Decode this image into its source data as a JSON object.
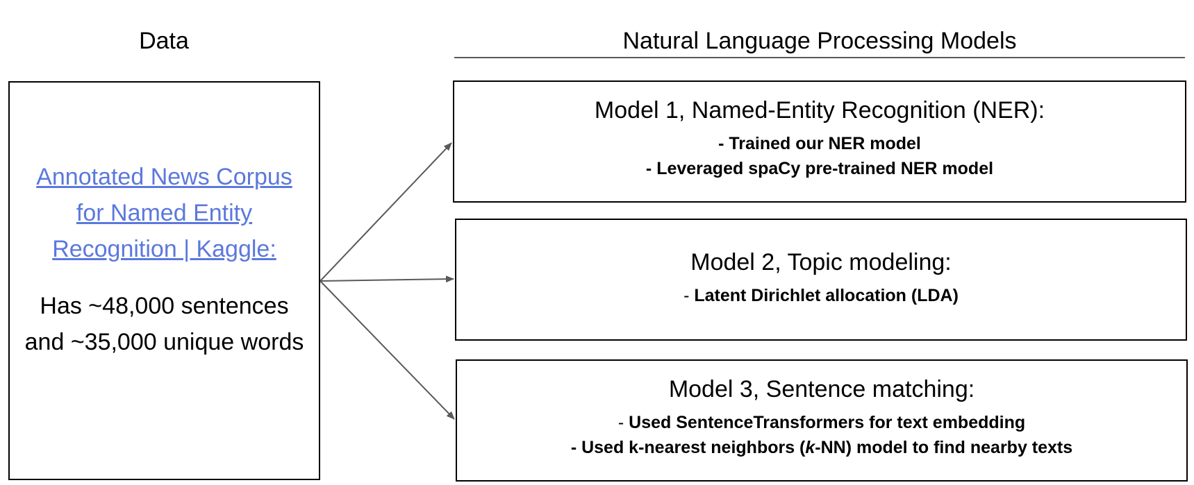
{
  "headers": {
    "data": "Data",
    "models": "Natural Language Processing Models"
  },
  "data_box": {
    "link_text": "Annotated News Corpus for Named Entity Recognition | Kaggle:",
    "description": "Has ~48,000 sentences and ~35,000 unique words"
  },
  "models": [
    {
      "title": "Model 1, Named-Entity Recognition (NER):",
      "bullets": [
        "- Trained our NER model",
        "- Leveraged spaCy pre-trained NER model"
      ]
    },
    {
      "title": "Model 2, Topic modeling:",
      "bullet_dash": "- ",
      "bullets": [
        "Latent Dirichlet allocation (LDA)"
      ]
    },
    {
      "title": "Model 3, Sentence matching:",
      "bullet1_dash": "- ",
      "bullet1": "Used SentenceTransformers for text embedding",
      "bullet2_pre": "- Used k-nearest neighbors (",
      "bullet2_k": "k",
      "bullet2_post": "-NN) model to find nearby texts"
    }
  ],
  "colors": {
    "link": "#5b78dc",
    "arrow": "#595959",
    "border": "#000000"
  }
}
